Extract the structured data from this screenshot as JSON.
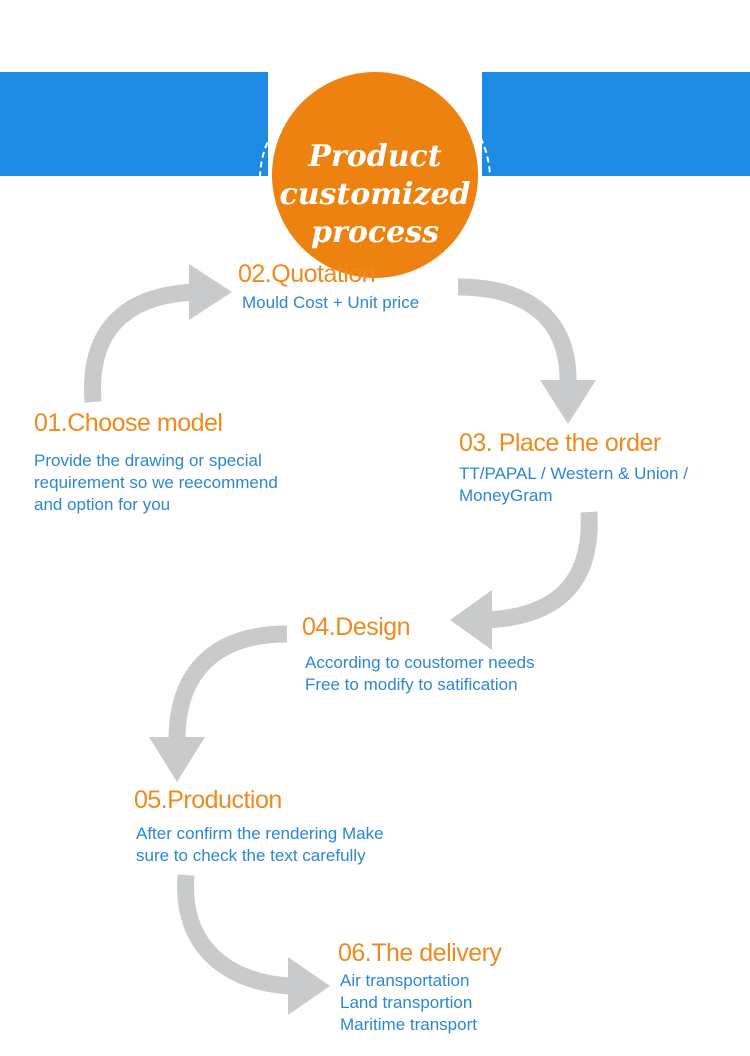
{
  "header": {
    "title_lines": [
      "Product",
      "customized",
      "process"
    ],
    "band_color": "#1d8ae4",
    "circle_color": "#ee8210"
  },
  "steps": [
    {
      "title": "01.Choose model",
      "lines": [
        "Provide the drawing or special",
        "requirement so we reecommend",
        "and option for you"
      ]
    },
    {
      "title": "02.Quotation",
      "lines": [
        "Mould Cost + Unit price"
      ]
    },
    {
      "title": "03. Place the order",
      "lines": [
        "TT/PAPAL / Western & Union /",
        "MoneyGram"
      ]
    },
    {
      "title": "04.Design",
      "lines": [
        "According to coustomer needs",
        "Free to modify to satification"
      ]
    },
    {
      "title": "05.Production",
      "lines": [
        "After confirm the rendering Make",
        "sure to check the text carefully"
      ]
    },
    {
      "title": "06.The delivery",
      "lines": [
        "Air transportation",
        "Land transportion",
        "Maritime transport"
      ]
    }
  ],
  "colors": {
    "title": "#ee8a1e",
    "description": "#2c87d3",
    "arrow": "#c8cacc"
  }
}
